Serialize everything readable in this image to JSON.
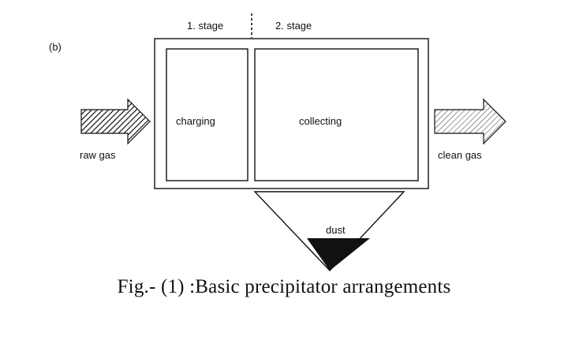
{
  "diagram": {
    "panel_label": "(b)",
    "stage_labels": [
      "1. stage",
      "2. stage"
    ],
    "sections": [
      "charging",
      "collecting"
    ],
    "inlet_label": "raw gas",
    "outlet_label": "clean gas",
    "hopper_label": "dust"
  },
  "caption": "Fig.- (1) :Basic precipitator arrangements"
}
